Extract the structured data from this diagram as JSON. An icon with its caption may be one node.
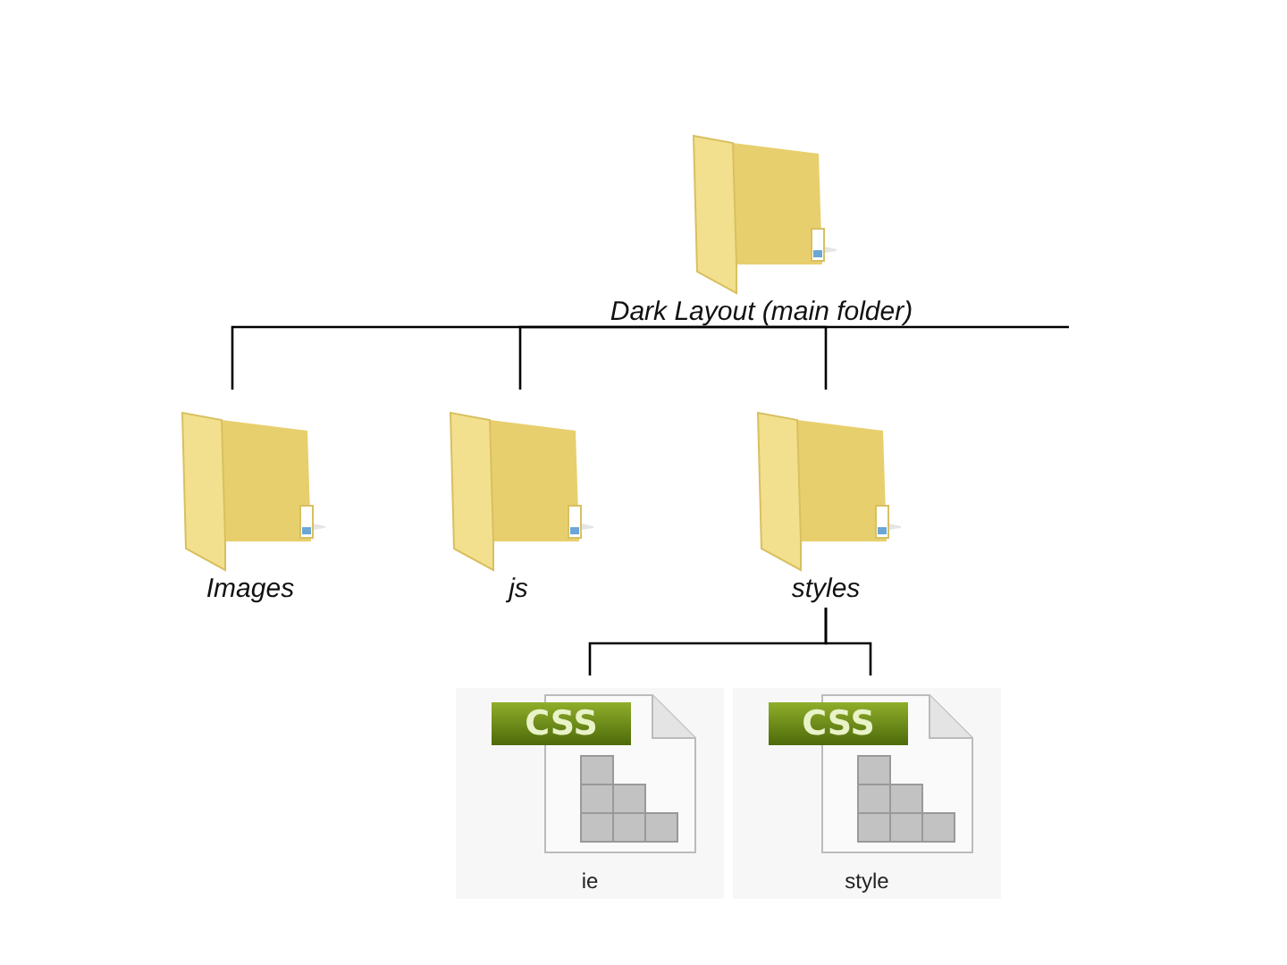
{
  "diagram": {
    "nodes": [
      {
        "text": [
          "Dark Layout (main folder)"
        ]
      },
      {
        "text": [
          "Images"
        ]
      },
      {
        "text": [
          "js"
        ]
      },
      {
        "text": [
          "styles"
        ]
      },
      {
        "text": [
          "CSS",
          "ie"
        ]
      },
      {
        "text": [
          "CSS",
          "style"
        ]
      }
    ],
    "edges": [
      {
        "from": 0,
        "to": 1,
        "arrow": "none"
      },
      {
        "from": 0,
        "to": 2,
        "arrow": "none"
      },
      {
        "from": 0,
        "to": 3,
        "arrow": "none"
      },
      {
        "from": 0,
        "to": null,
        "arrow": "none"
      },
      {
        "from": 3,
        "to": 4,
        "arrow": "none"
      },
      {
        "from": 3,
        "to": 5,
        "arrow": "none"
      }
    ]
  }
}
